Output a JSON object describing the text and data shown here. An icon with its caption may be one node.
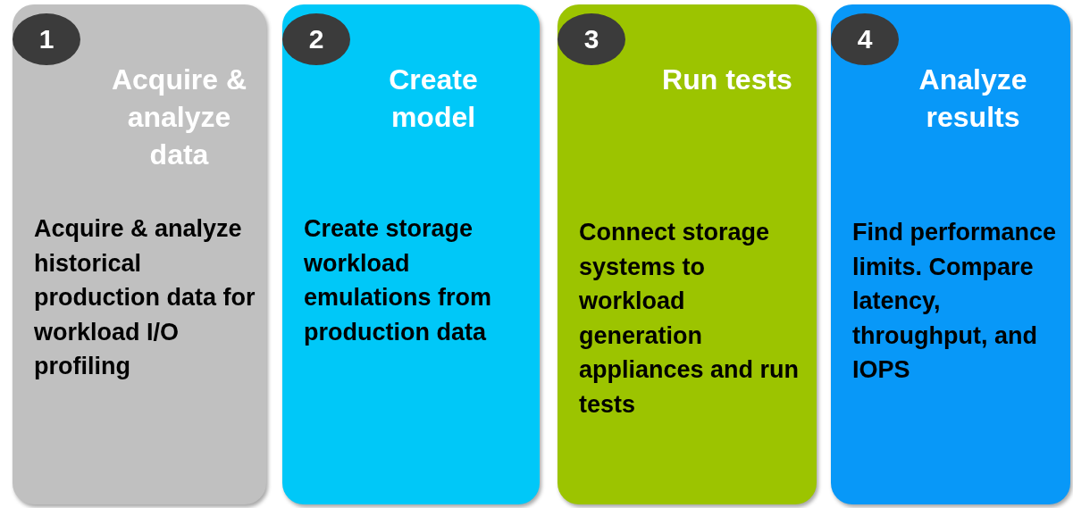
{
  "diagram": {
    "nodes": [
      {
        "text": [
          "Acquire & analyze data",
          "Acquire & analyze historical production data for workload I/O profiling"
        ]
      },
      {
        "text": [
          "1"
        ],
        "in": 0
      },
      {
        "text": [
          "Create model",
          "Create storage workload emulations from production data"
        ]
      },
      {
        "text": [
          "2"
        ],
        "in": 2
      },
      {
        "text": [
          "Run tests",
          "Connect storage systems to workload generation appliances and run tests"
        ]
      },
      {
        "text": [
          "3"
        ],
        "in": 4
      },
      {
        "text": [
          "Analyze results",
          "Find performance limits. Compare latency, throughput, and IOPS"
        ]
      },
      {
        "text": [
          "4"
        ],
        "in": 6
      }
    ],
    "edges": []
  }
}
